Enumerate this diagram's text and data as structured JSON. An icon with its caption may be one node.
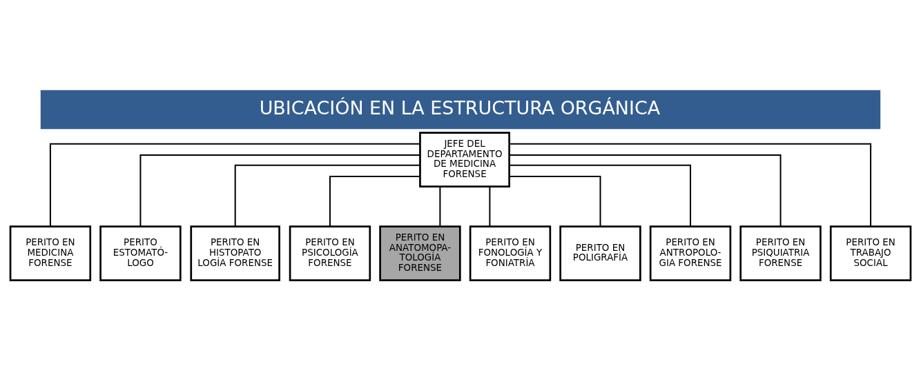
{
  "diagram": {
    "title": "UBICACIÓN EN LA ESTRUCTURA ORGÁNICA",
    "nodes": [
      {
        "text": [
          "JEFE DEL DEPARTAMENTO DE MEDICINA FORENSE"
        ]
      },
      {
        "text": [
          "PERITO EN MEDICINA FORENSE"
        ]
      },
      {
        "text": [
          "PERITO ESTOMATÓ- LOGO"
        ]
      },
      {
        "text": [
          "PERITO EN HISTOPATO LOGÍA FORENSE"
        ]
      },
      {
        "text": [
          "PERITO EN PSICOLOGÍA FORENSE"
        ]
      },
      {
        "text": [
          "PERITO EN ANATOMOPA- TOLOGÍA FORENSE"
        ]
      },
      {
        "text": [
          "PERITO EN FONOLOGÍA Y FONIATRÍA"
        ]
      },
      {
        "text": [
          "PERITO EN POLIGRAFÍA"
        ]
      },
      {
        "text": [
          "PERITO EN ANTROPOLO- GIA FORENSE"
        ]
      },
      {
        "text": [
          "PERITO EN PSIQUIATRIA FORENSE"
        ]
      },
      {
        "text": [
          "PERITO EN TRABAJO SOCIAL"
        ]
      }
    ],
    "edges": [
      {
        "from": 0,
        "to": 1,
        "arrow": "none"
      },
      {
        "from": 0,
        "to": 2,
        "arrow": "none"
      },
      {
        "from": 0,
        "to": 3,
        "arrow": "none"
      },
      {
        "from": 0,
        "to": 4,
        "arrow": "none"
      },
      {
        "from": 0,
        "to": 5,
        "arrow": "none"
      },
      {
        "from": 0,
        "to": 6,
        "arrow": "none"
      },
      {
        "from": 0,
        "to": 7,
        "arrow": "none"
      },
      {
        "from": 0,
        "to": 8,
        "arrow": "none"
      },
      {
        "from": 0,
        "to": 9,
        "arrow": "none"
      },
      {
        "from": 0,
        "to": 10,
        "arrow": "none"
      }
    ]
  }
}
